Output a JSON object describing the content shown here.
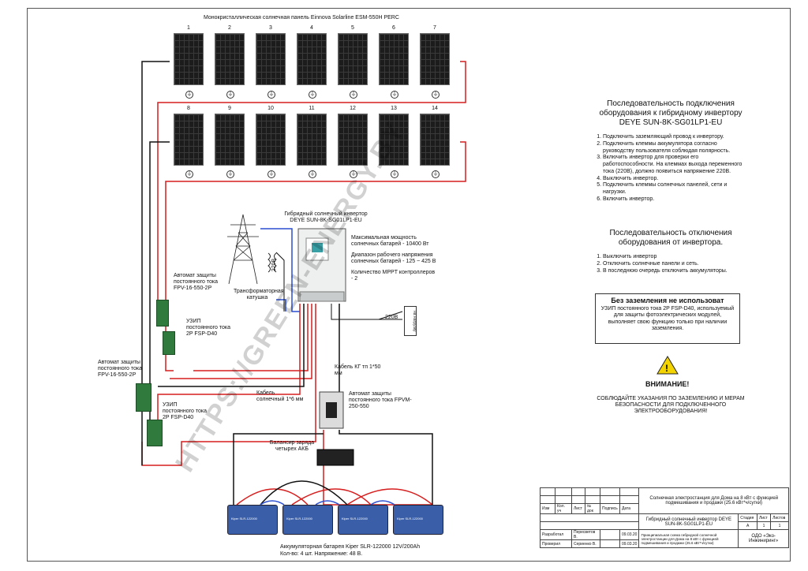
{
  "panels_title": "Монокристаллическая солнечная панель Einnova Solarline ESM-550H PERC",
  "panel_numbers": [
    "1",
    "2",
    "3",
    "4",
    "5",
    "6",
    "7",
    "8",
    "9",
    "10",
    "11",
    "12",
    "13",
    "14"
  ],
  "inverter_title": "Гибридный солнечный инвертор DEYE SUN-8K-SG01LP1-EU",
  "inverter_specs": {
    "power": "Максимальная мощность солнечных батарей - 10400 Вт",
    "voltage": "Диапазон рабочего напряжения солнечных батарей - 125 ~ 425 В",
    "mppt": "Количество MPPT контроллеров - 2"
  },
  "labels": {
    "breaker1": "Автомат защиты постоянного тока FPV-16-550-2P",
    "uzip1": "УЗИП постоянного тока 2P FSP-D40",
    "breaker2": "Автомат защиты постоянного тока FPV-16-550-2P",
    "uzip2": "УЗИП постоянного тока 2P FSP-D40",
    "transformer": "Трансформаторная катушка",
    "v220_vertical": "220В",
    "v220": "220В",
    "to_load": "на нагрузку",
    "cable_kg": "Кабель КГ тп 1*50 мм",
    "cable_solar": "Кабель солнечный 1*6 мм",
    "breaker_batt": "Автомат защиты постоянного тока FPVM-250-550",
    "balancer": "Балансир заряда четырех АКБ",
    "battery_caption_1": "Аккумуляторная батарея Kiper SLR-122000 12V/200Ah",
    "battery_caption_2": "Кол-во: 4 шт. Напряжение: 48 В.",
    "battery_brand": "Kiper SLR-122000"
  },
  "right_panel": {
    "connect_title": "Последовательность подключения оборудования к гибридному инвертору DEYE SUN-8K-SG01LP1-EU",
    "connect_steps": [
      "Подключить заземляющий провод к инвертору.",
      "Подключить клеммы аккумулятора согласно руководству пользователя соблюдая полярность.",
      "Включить инвертор для проверки его работоспособности. На клеммах выхода переменного тока (220В), должно появиться напряжение 220В.",
      "Выключить инвертор.",
      "Подключить клеммы солнечных панелей, сети и нагрузки.",
      "Включить инвертор."
    ],
    "disconnect_title": "Последовательность отключения оборудования от инвертора.",
    "disconnect_steps": [
      "Выключить инвертор",
      "Отключить солнечные панели и сеть.",
      "В последнюю очередь отключить аккумуляторы."
    ],
    "ground_title": "Без заземления не использоват",
    "ground_text": "УЗИП постоянного тока 2P FSP-D40, используемый для защиты фотоэлектрических модулей, выполняет свою функцию только при наличии заземления.",
    "warning_title": "ВНИМАНИЕ!",
    "warning_text": "СОБЛЮДАЙТЕ УКАЗАНИЯ ПО ЗАЗЕМЛЕНИЮ И МЕРАМ БЕЗОПАСНОСТИ ДЛЯ ПОДКЛЮЧЕННОГО ЭЛЕКТРООБОРУДОВАНИЯ!"
  },
  "stamp": {
    "project": "Солнечная электростанция для Дома на 8 кВт с функцией подмешивания и продажи (25.6 кВт*ч/сутки)",
    "sheet_title": "Гибридный солнечный инвертор DEYE SUN-8K-SG01LP1-EU",
    "desc": "Принципиальная схема гибридной солнечной электростанции для Дома на 8 кВт с функцией подмешивания и продажи (25.6 кВт*ч/сутки)",
    "company": "ОДО «Эко-Инжиниринг»",
    "stage_h": "Стадия",
    "sheet_h": "Лист",
    "sheets_h": "Листов",
    "stage": "А",
    "sheet": "1",
    "sheets": "1",
    "cols": [
      "Изм",
      "Кол. уч",
      "Лист",
      "№ док",
      "Подпись",
      "Дата"
    ],
    "developed": "Разработал",
    "checked": "Проверил",
    "dev_name": "Пересветов В.",
    "chk_name": "Сериенко В.",
    "date1": "09.03.20",
    "date2": "09.03.20"
  },
  "watermark": "HTTPS://GREEN-ENERGY.BY"
}
